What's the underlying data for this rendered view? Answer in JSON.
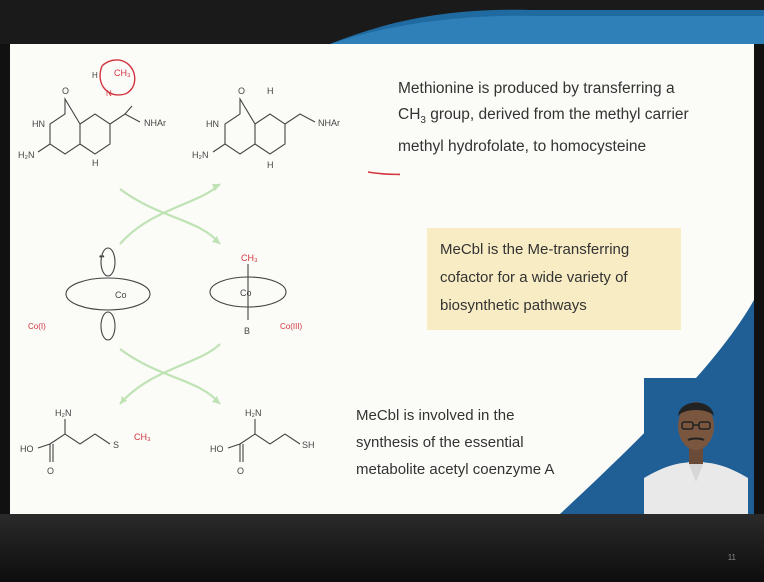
{
  "text_blocks": {
    "t1_line1": "Methionine is produced by transferring a",
    "t1_line2_pre": "CH",
    "t1_line2_sub": "3",
    "t1_line2_post": " group, derived from the methyl carrier",
    "t1_line3": "methyl hydrofolate, to homocysteine",
    "t2_line1": "MeCbl is the Me-transferring",
    "t2_line2": "cofactor for a wide variety of",
    "t2_line3": "biosynthetic pathways",
    "t3_line1": "MeCbl is involved in the",
    "t3_line2": "synthesis of the essential",
    "t3_line3": "metabolite acetyl coenzyme A"
  },
  "diagram_labels": {
    "o": "O",
    "hn": "HN",
    "h2n": "H₂N",
    "n": "N",
    "h": "H",
    "nhar": "NHAr",
    "ch3": "CH₃",
    "co": "Co",
    "co1": "Co(I)",
    "co3": "Co(III)",
    "b": "B",
    "ho": "HO",
    "s": "S",
    "sh": "SH",
    "lone_pair": "••"
  },
  "footer": {
    "page_number": "11"
  },
  "colors": {
    "accent_red": "#d2353f",
    "arrow_green": "#bfe3b4",
    "highlight": "#f8ecc4",
    "slide_blue": "#1f5f96"
  }
}
